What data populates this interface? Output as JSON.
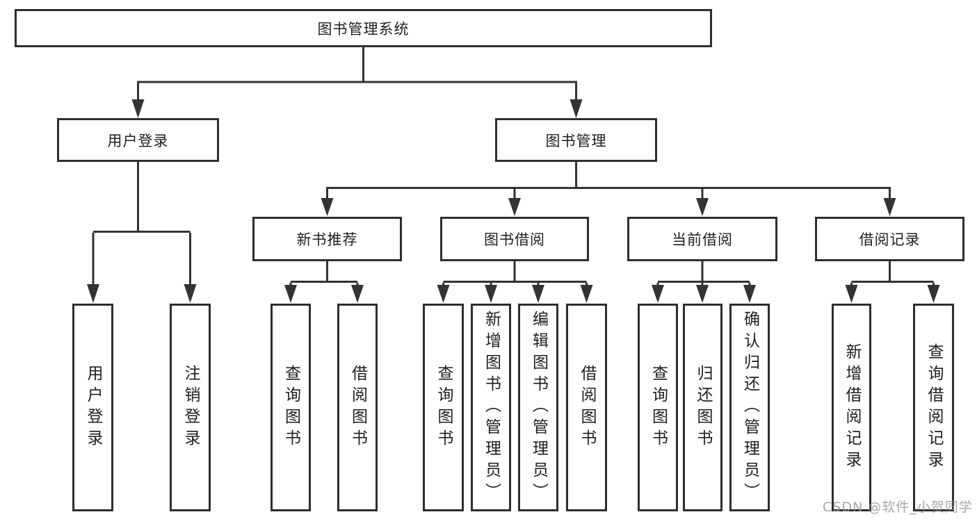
{
  "diagram_title": "图书管理系统",
  "nodes": {
    "root": {
      "label": "图书管理系统"
    },
    "level2": [
      {
        "label": "用户登录"
      },
      {
        "label": "图书管理"
      }
    ],
    "level3": [
      {
        "label": "新书推荐",
        "parent": "图书管理"
      },
      {
        "label": "图书借阅",
        "parent": "图书管理"
      },
      {
        "label": "当前借阅",
        "parent": "图书管理"
      },
      {
        "label": "借阅记录",
        "parent": "图书管理"
      }
    ],
    "leaves": [
      {
        "label": "用户登录",
        "parent": "用户登录"
      },
      {
        "label": "注销登录",
        "parent": "用户登录"
      },
      {
        "label": "查询图书",
        "parent": "新书推荐"
      },
      {
        "label": "借阅图书",
        "parent": "新书推荐"
      },
      {
        "label": "查询图书",
        "parent": "图书借阅"
      },
      {
        "label": "新增图书（管理员）",
        "parent": "图书借阅"
      },
      {
        "label": "编辑图书（管理员）",
        "parent": "图书借阅"
      },
      {
        "label": "借阅图书",
        "parent": "图书借阅"
      },
      {
        "label": "查询图书",
        "parent": "当前借阅"
      },
      {
        "label": "归还图书",
        "parent": "当前借阅"
      },
      {
        "label": "确认归还（管理员）",
        "parent": "当前借阅"
      },
      {
        "label": "新增借阅记录",
        "parent": "借阅记录"
      },
      {
        "label": "查询借阅记录",
        "parent": "借阅记录"
      }
    ]
  },
  "watermark": {
    "text": "CSDN @软件_小贺同学"
  },
  "colors": {
    "line": "#333333",
    "text": "#1f1f1f",
    "background": "#ffffff",
    "watermark": "#919191"
  }
}
